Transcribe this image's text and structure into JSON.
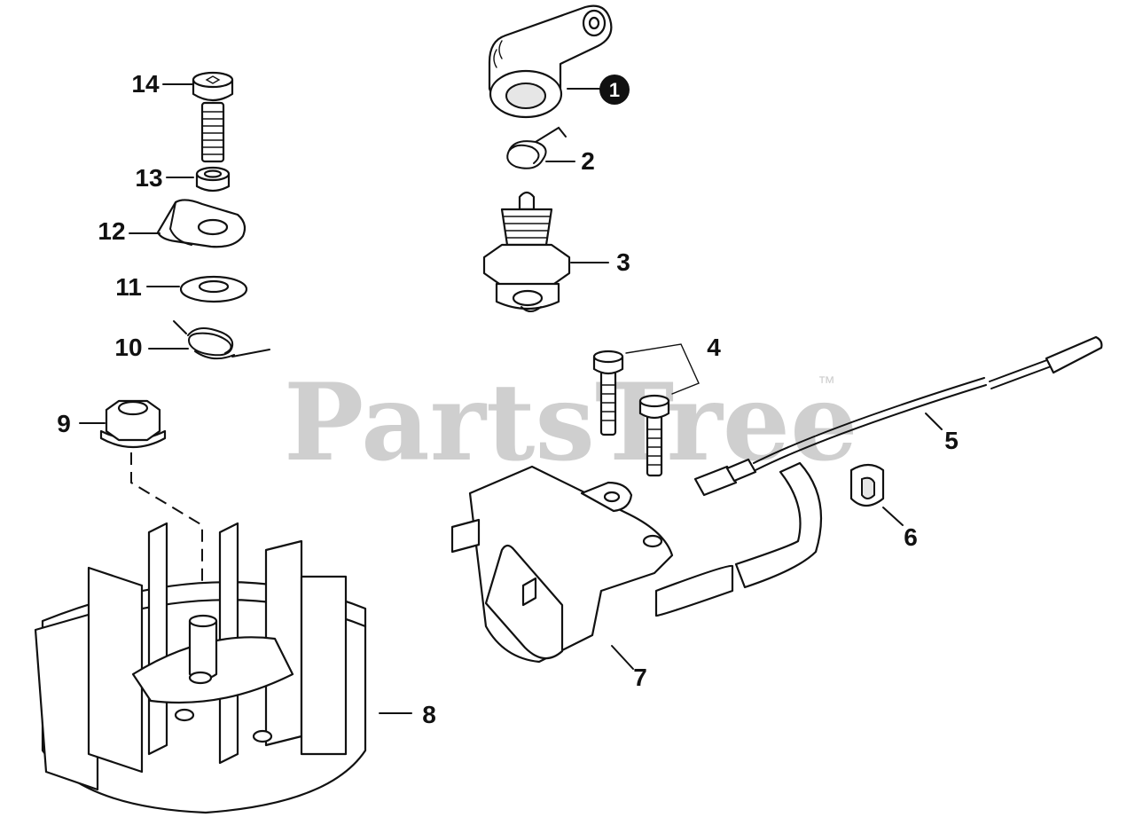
{
  "watermark": {
    "brand": "PartsTree",
    "trademark": "™"
  },
  "callouts": [
    {
      "number": "1",
      "filled": true
    },
    {
      "number": "2",
      "filled": false
    },
    {
      "number": "3",
      "filled": false
    },
    {
      "number": "4",
      "filled": false
    },
    {
      "number": "5",
      "filled": false
    },
    {
      "number": "6",
      "filled": false
    },
    {
      "number": "7",
      "filled": false
    },
    {
      "number": "8",
      "filled": false
    },
    {
      "number": "9",
      "filled": false
    },
    {
      "number": "10",
      "filled": false
    },
    {
      "number": "11",
      "filled": false
    },
    {
      "number": "12",
      "filled": false
    },
    {
      "number": "13",
      "filled": false
    },
    {
      "number": "14",
      "filled": false
    }
  ],
  "colors": {
    "ink": "#111111",
    "watermark": "#cfcfcf",
    "background": "#ffffff"
  }
}
